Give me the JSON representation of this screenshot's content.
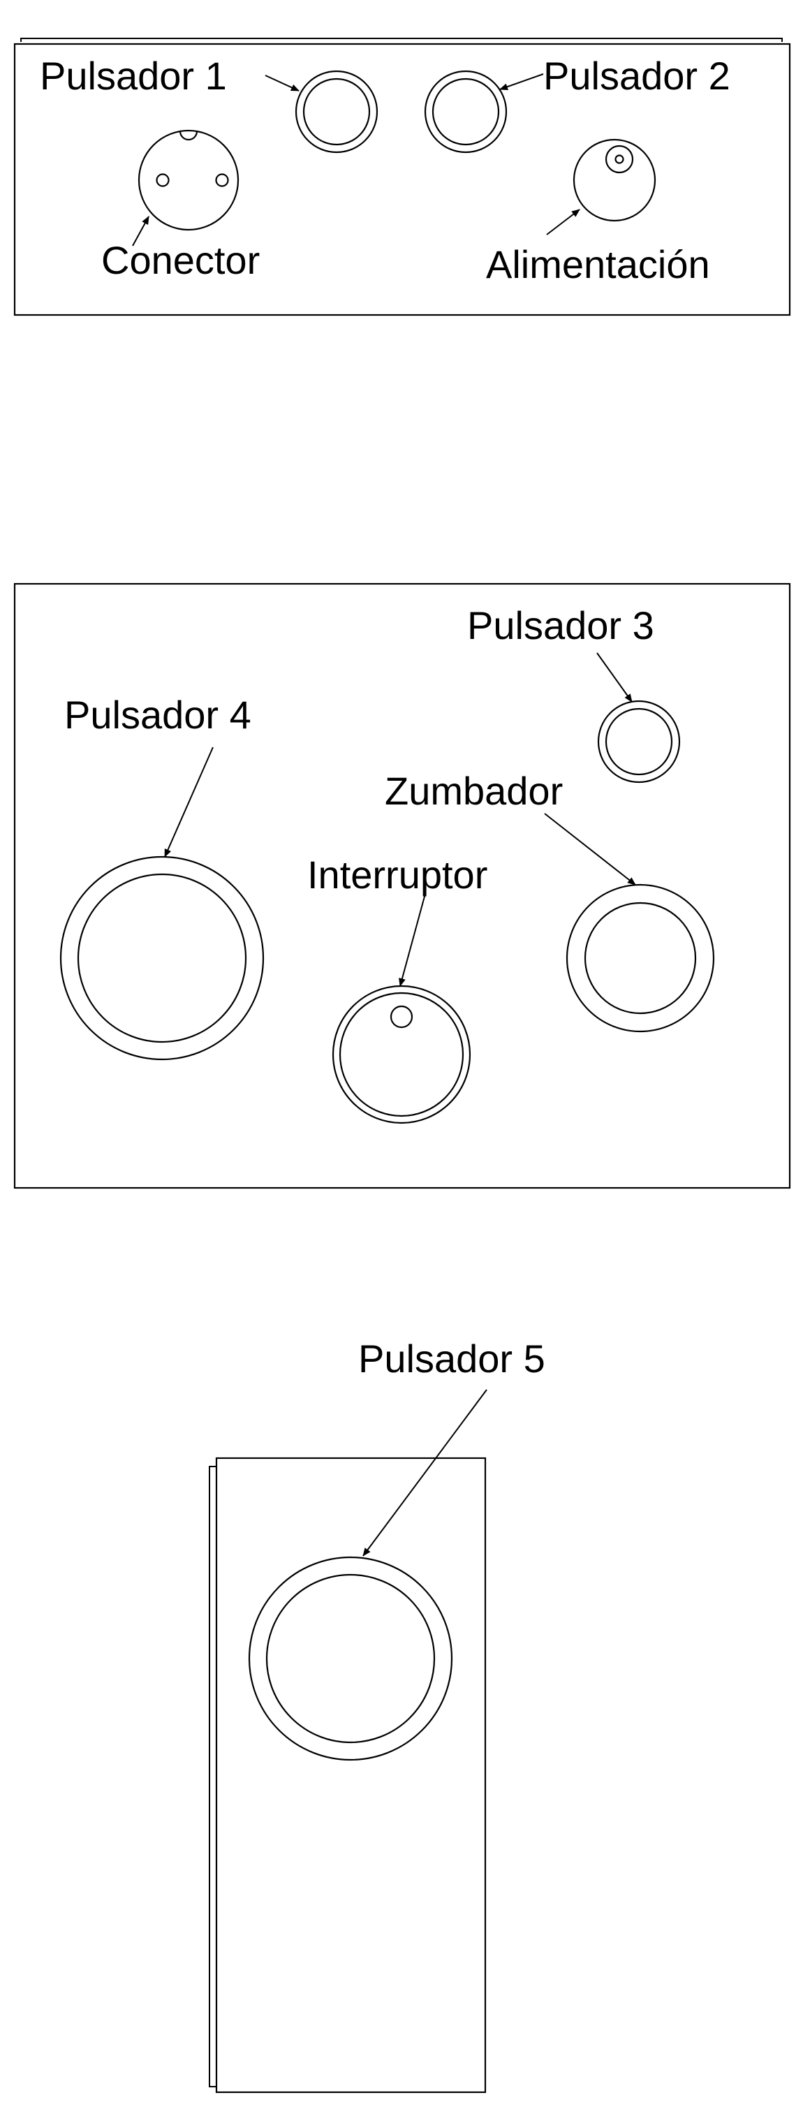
{
  "colors": {
    "line": "#000000",
    "background": "#ffffff"
  },
  "panel_top": {
    "labels": {
      "pulsador_1": "Pulsador 1",
      "pulsador_2": "Pulsador 2",
      "conector": "Conector",
      "alimentacion": "Alimentación"
    }
  },
  "panel_middle": {
    "labels": {
      "pulsador_3": "Pulsador 3",
      "pulsador_4": "Pulsador 4",
      "zumbador": "Zumbador",
      "interruptor": "Interruptor"
    }
  },
  "panel_bottom": {
    "labels": {
      "pulsador_5": "Pulsador 5"
    }
  }
}
